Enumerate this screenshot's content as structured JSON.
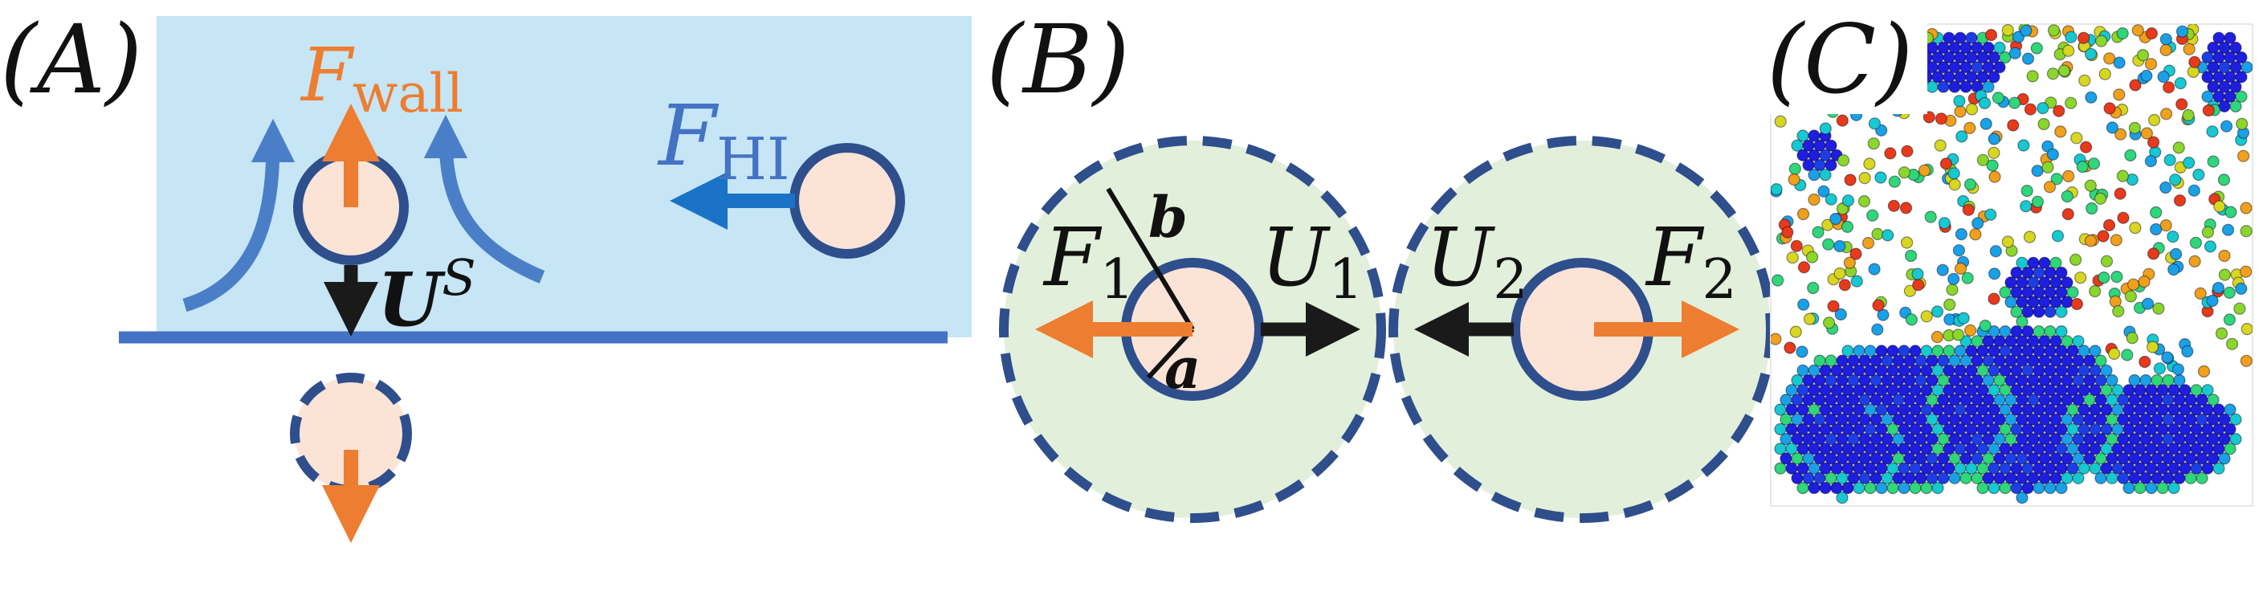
{
  "panels": {
    "a": {
      "label": "(A)",
      "force_wall": {
        "symbol": "F",
        "subscript": "wall"
      },
      "force_hi": {
        "symbol": "F",
        "subscript": "HI"
      },
      "velocity": {
        "symbol": "U",
        "superscript": "S"
      }
    },
    "b": {
      "label": "(B)",
      "outer_radius": "b",
      "inner_radius": "a",
      "force_1": {
        "symbol": "F",
        "subscript": "1"
      },
      "velocity_1": {
        "symbol": "U",
        "subscript": "1"
      },
      "velocity_2": {
        "symbol": "U",
        "subscript": "2"
      },
      "force_2": {
        "symbol": "F",
        "subscript": "2"
      }
    },
    "c": {
      "label": "(C)"
    }
  },
  "colors": {
    "fluid": "#c6e5f5",
    "wall": "#4472c4",
    "particle_fill": "#fbe3d6",
    "particle_edge": "#2f4e8c",
    "force": "#ed7d31",
    "flow": "#4a7fc7",
    "hi_arrow": "#1a73c6",
    "velocity": "#1a1a1a",
    "shell": "#e2efda"
  }
}
